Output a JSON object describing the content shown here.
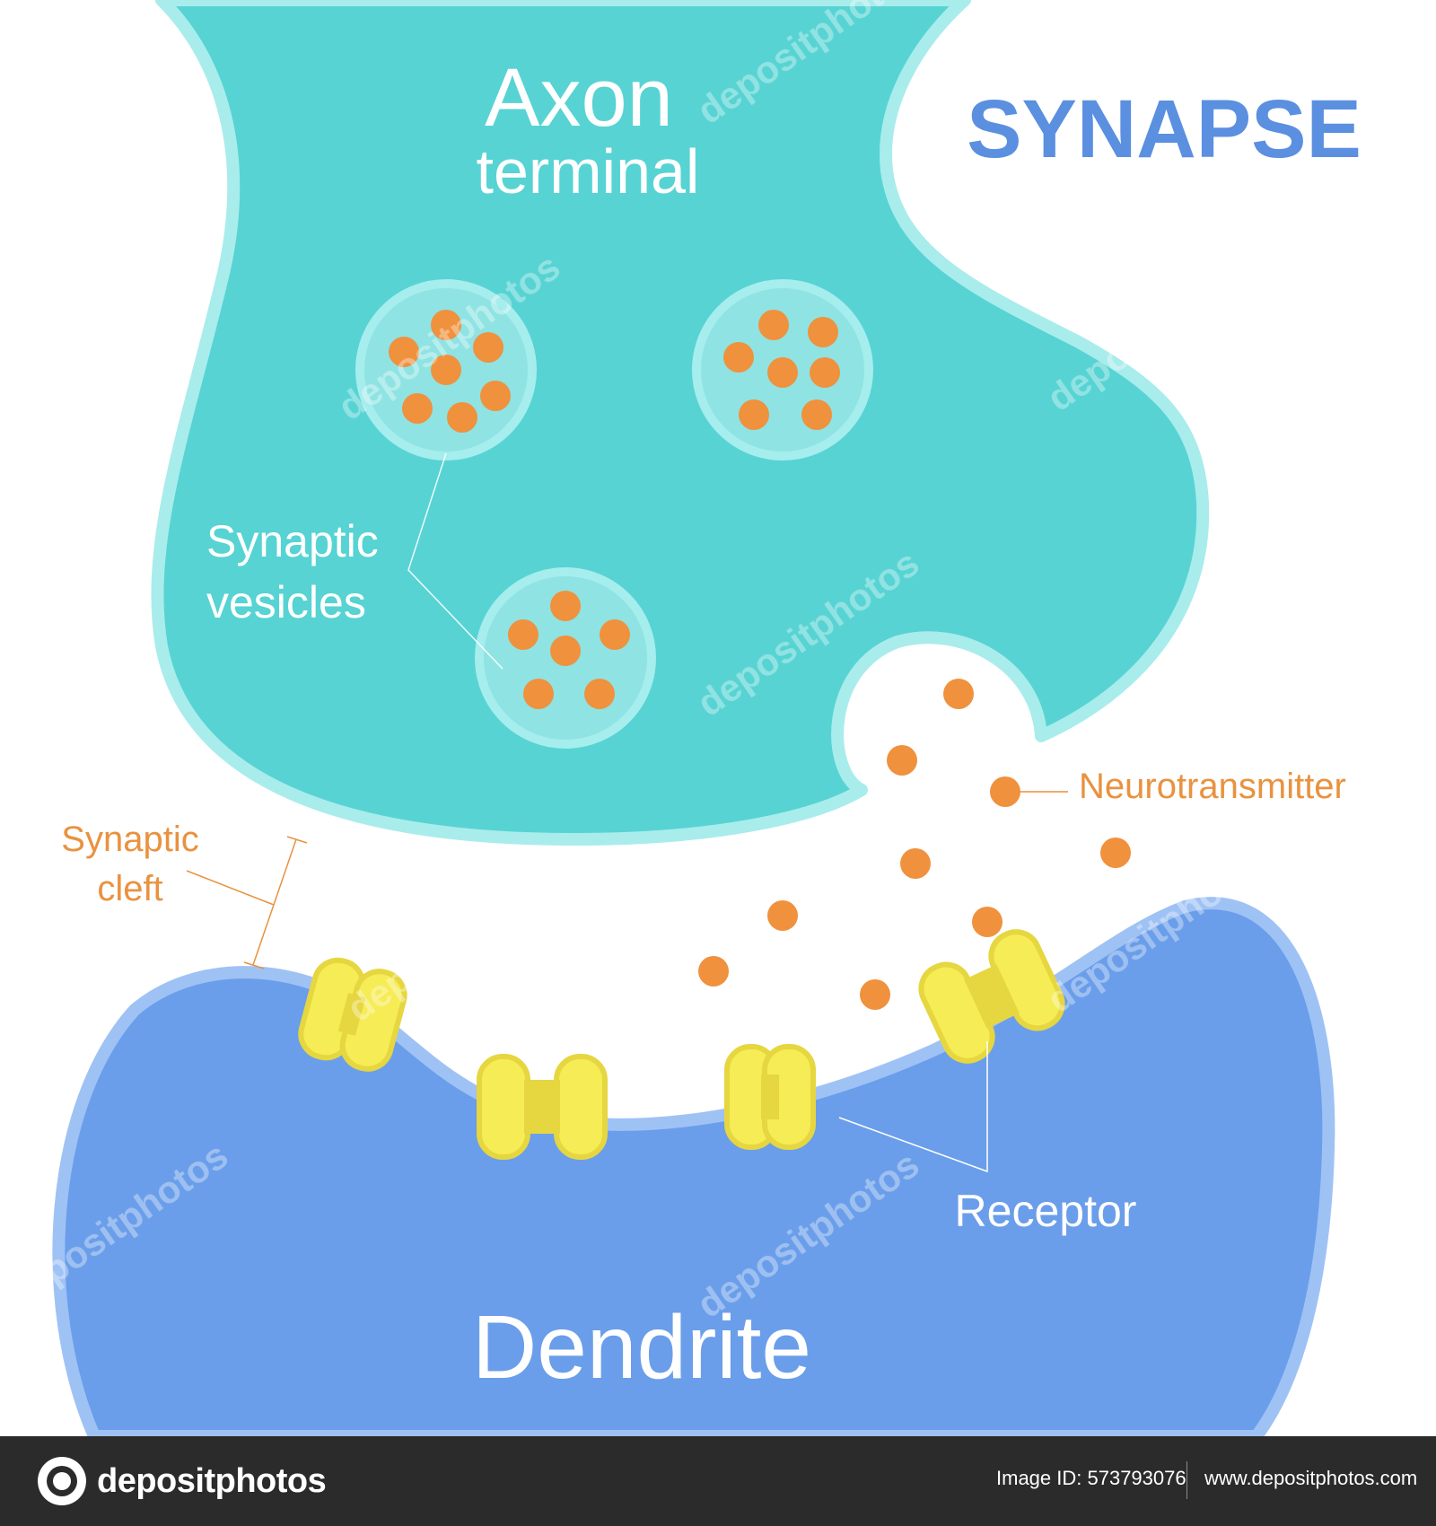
{
  "title": "SYNAPSE",
  "labels": {
    "axon_line1": "Axon",
    "axon_line2": "terminal",
    "vesicles_line1": "Synaptic",
    "vesicles_line2": "vesicles",
    "cleft_line1": "Synaptic",
    "cleft_line2": "cleft",
    "neurotransmitter": "Neurotransmitter",
    "receptor": "Receptor",
    "dendrite": "Dendrite"
  },
  "watermark": "depositphotos",
  "footer": {
    "brand": "depositphotos",
    "image_id": "Image ID: 573793076",
    "site": "www.depositphotos.com"
  },
  "colors": {
    "axon_fill": "#57d3d3",
    "axon_outline": "#a9ecec",
    "dendrite_fill": "#6a9eea",
    "dendrite_outline": "#9fc2f5",
    "vesicle_fill": "#8fe3e3",
    "vesicle_rim": "#a6eded",
    "neurotransmitter": "#f0913d",
    "receptor_fill": "#f6ec55",
    "receptor_shade": "#e6d640",
    "title_color": "#5b8fe0",
    "label_orange": "#e9923f",
    "label_white": "#ffffff",
    "footer_bg": "#2b2b2b"
  }
}
